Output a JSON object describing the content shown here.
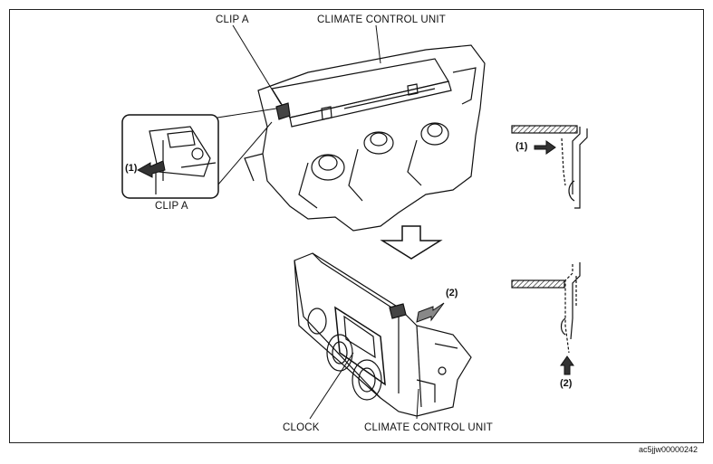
{
  "labels": {
    "clip_a_top": "CLIP A",
    "climate_top": "CLIMATE CONTROL UNIT",
    "clip_a_inset": "CLIP A",
    "clock": "CLOCK",
    "climate_bottom": "CLIMATE CONTROL UNIT"
  },
  "steps": {
    "step1_inset": "(1)",
    "step1_side": "(1)",
    "step2_unit": "(2)",
    "step2_side": "(2)"
  },
  "figure_code": "ac5jjw00000242",
  "colors": {
    "line": "#111111",
    "arrow_fill": "#333333",
    "background": "#ffffff"
  }
}
